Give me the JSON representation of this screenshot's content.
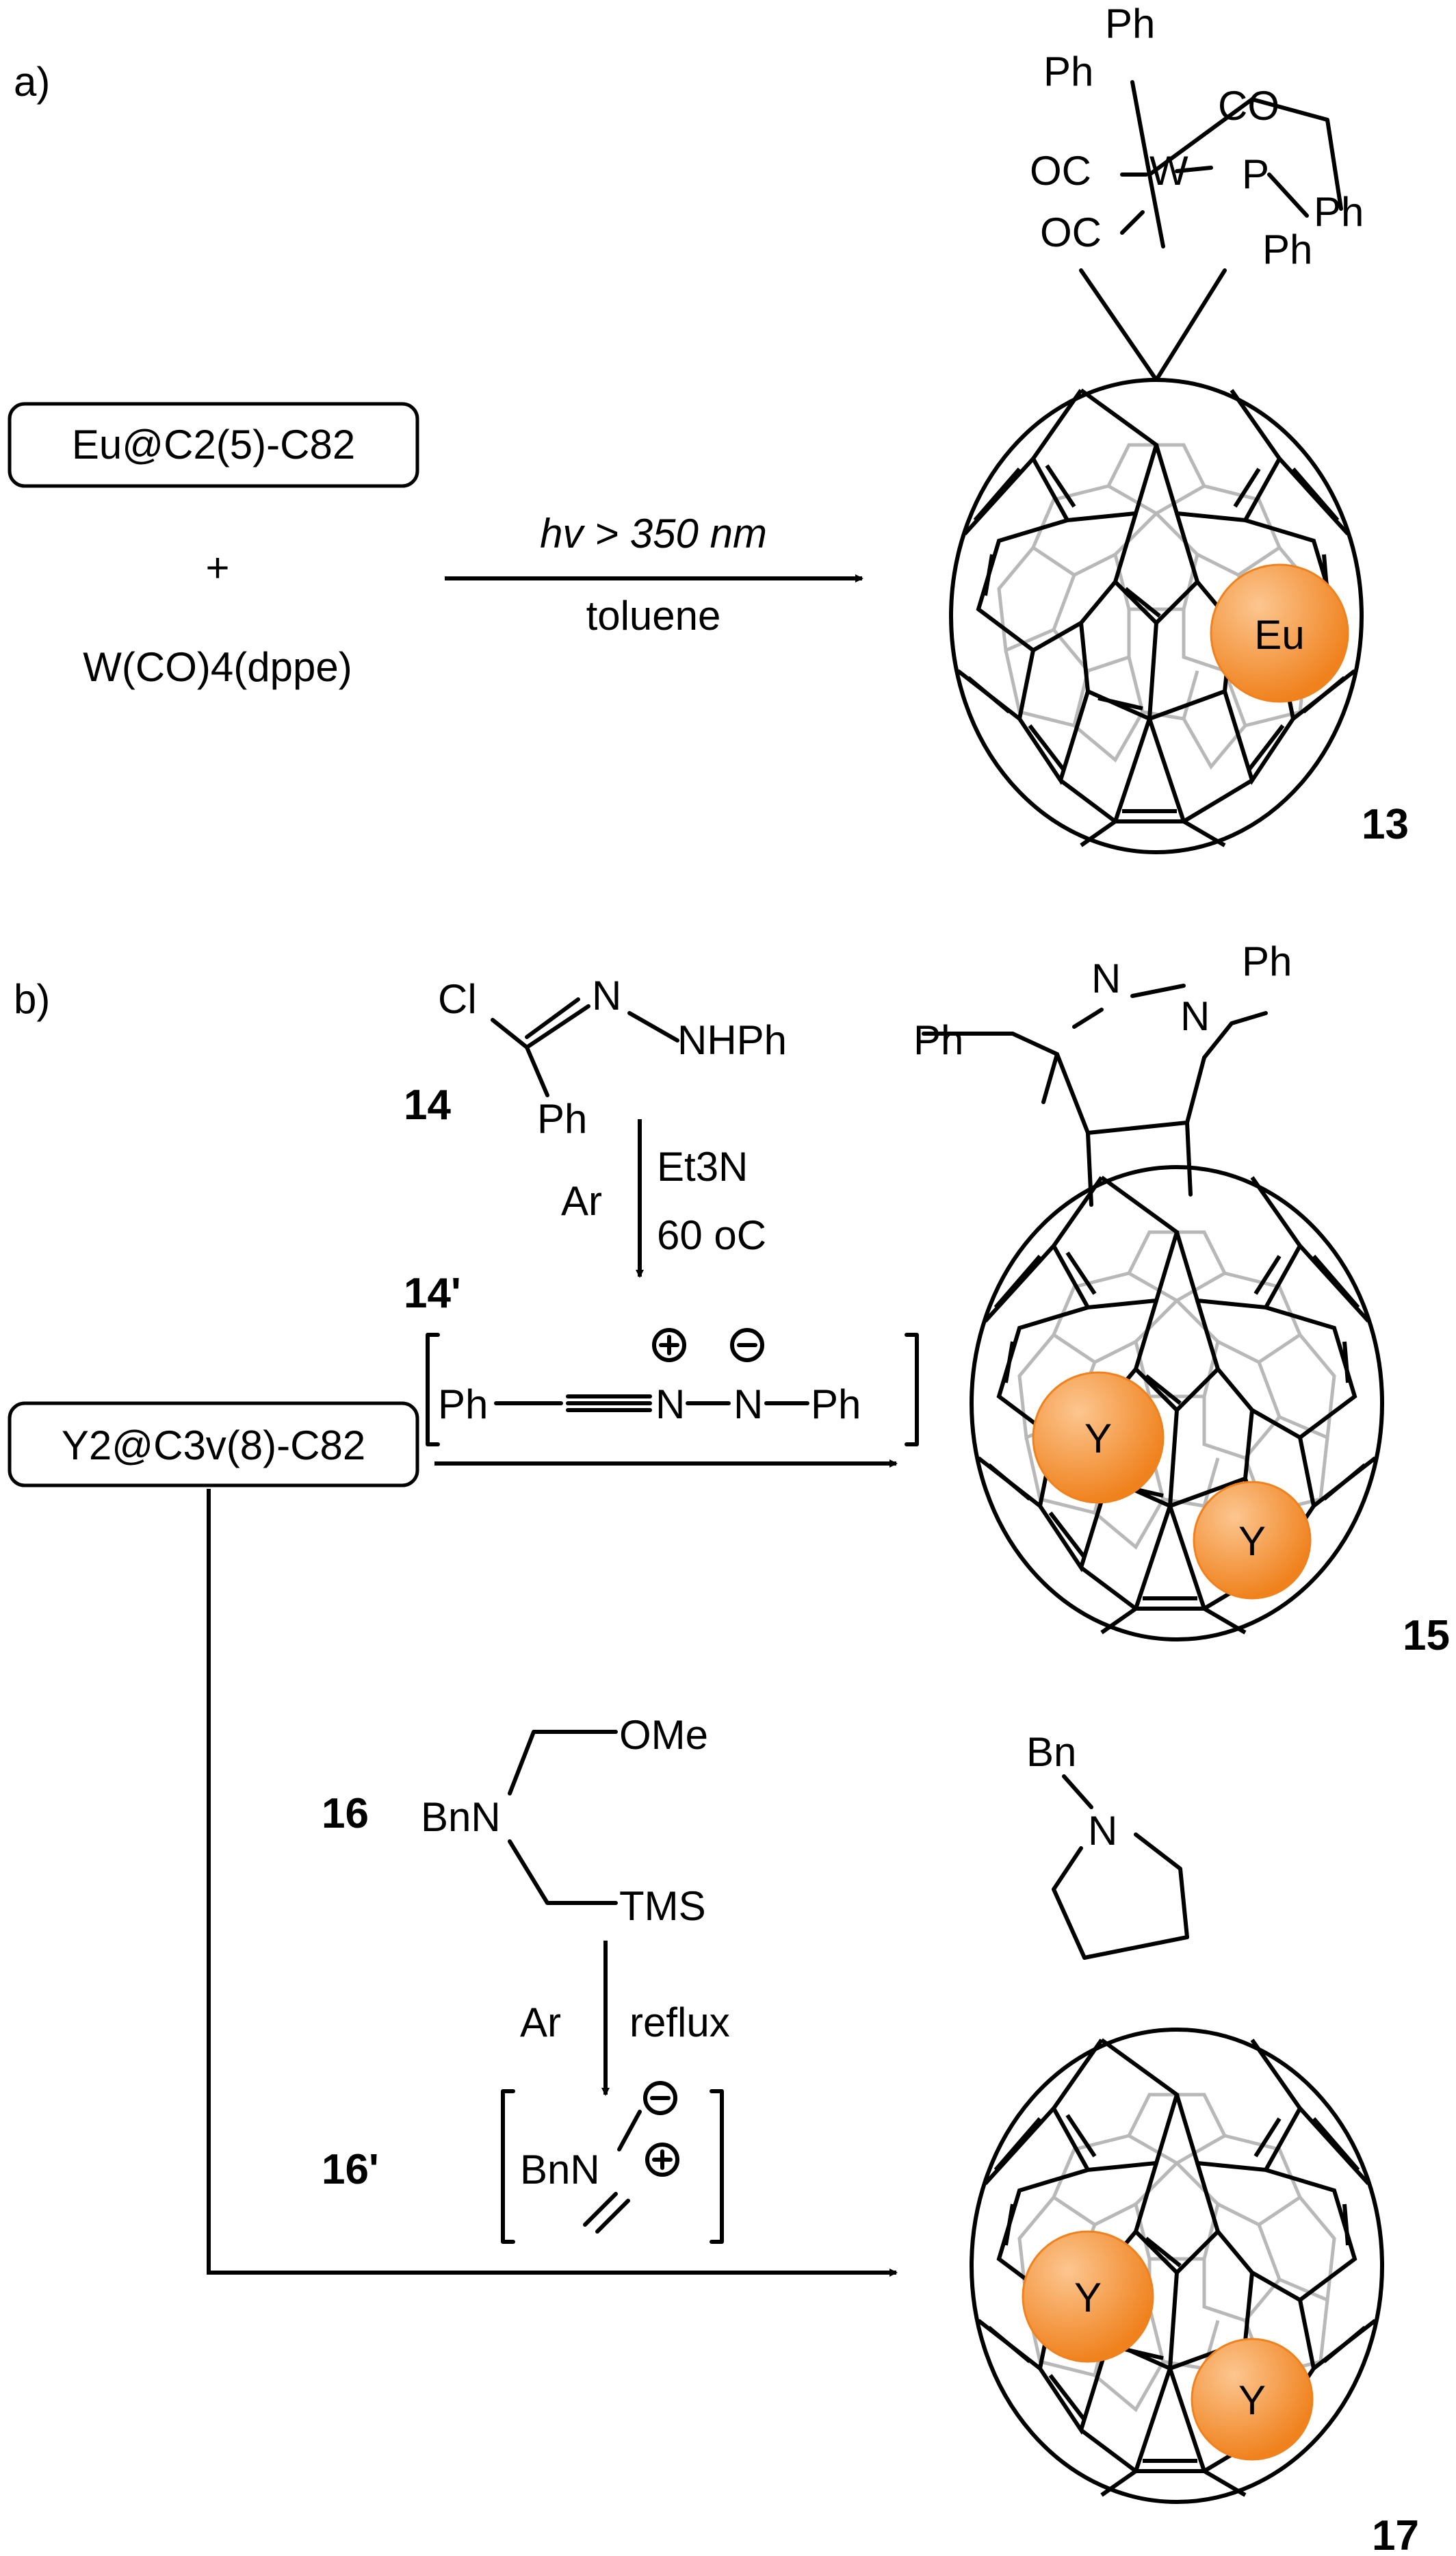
{
  "colors": {
    "metal_atom": "#f0821e",
    "metal_atom_light": "#fcc690",
    "line": "#000000",
    "cage_back": "#b8b8b8"
  },
  "panel_a": {
    "label": "a)",
    "reactant_box": "Eu@C2(5)-C82",
    "plus": "+",
    "reagent": "W(CO)4(dppe)",
    "arrow_top": "hv > 350 nm",
    "arrow_bottom": "toluene",
    "product_number": "13",
    "product_atom": "Eu",
    "complex_labels": {
      "ph1": "Ph",
      "ph2": "Ph",
      "co1": "CO",
      "oc1": "OC",
      "oc2": "OC",
      "w": "W",
      "p": "P",
      "ph3": "Ph",
      "ph4": "Ph"
    }
  },
  "panel_b": {
    "label": "b)",
    "reactant_box": "Y2@C3v(8)-C82",
    "reagent_14": {
      "number": "14",
      "cl": "Cl",
      "n": "N",
      "nhph": "NHPh",
      "ph": "Ph"
    },
    "arrow1_left": "Ar",
    "arrow1_right_1": "Et3N",
    "arrow1_right_2": "60 oC",
    "intermediate_14p": {
      "number": "14'",
      "ph_left": "Ph",
      "n1": "N",
      "n2": "N",
      "ph_right": "Ph"
    },
    "product_15": {
      "number": "15",
      "n1": "N",
      "n2": "N",
      "ph_n": "Ph",
      "ph_c": "Ph",
      "atom1": "Y",
      "atom2": "Y"
    },
    "reagent_16": {
      "number": "16",
      "ome": "OMe",
      "bnn": "BnN",
      "tms": "TMS"
    },
    "arrow2_left": "Ar",
    "arrow2_right": "reflux",
    "intermediate_16p": {
      "number": "16'",
      "bnn": "BnN"
    },
    "product_17": {
      "number": "17",
      "bn": "Bn",
      "n": "N",
      "atom1": "Y",
      "atom2": "Y"
    }
  }
}
